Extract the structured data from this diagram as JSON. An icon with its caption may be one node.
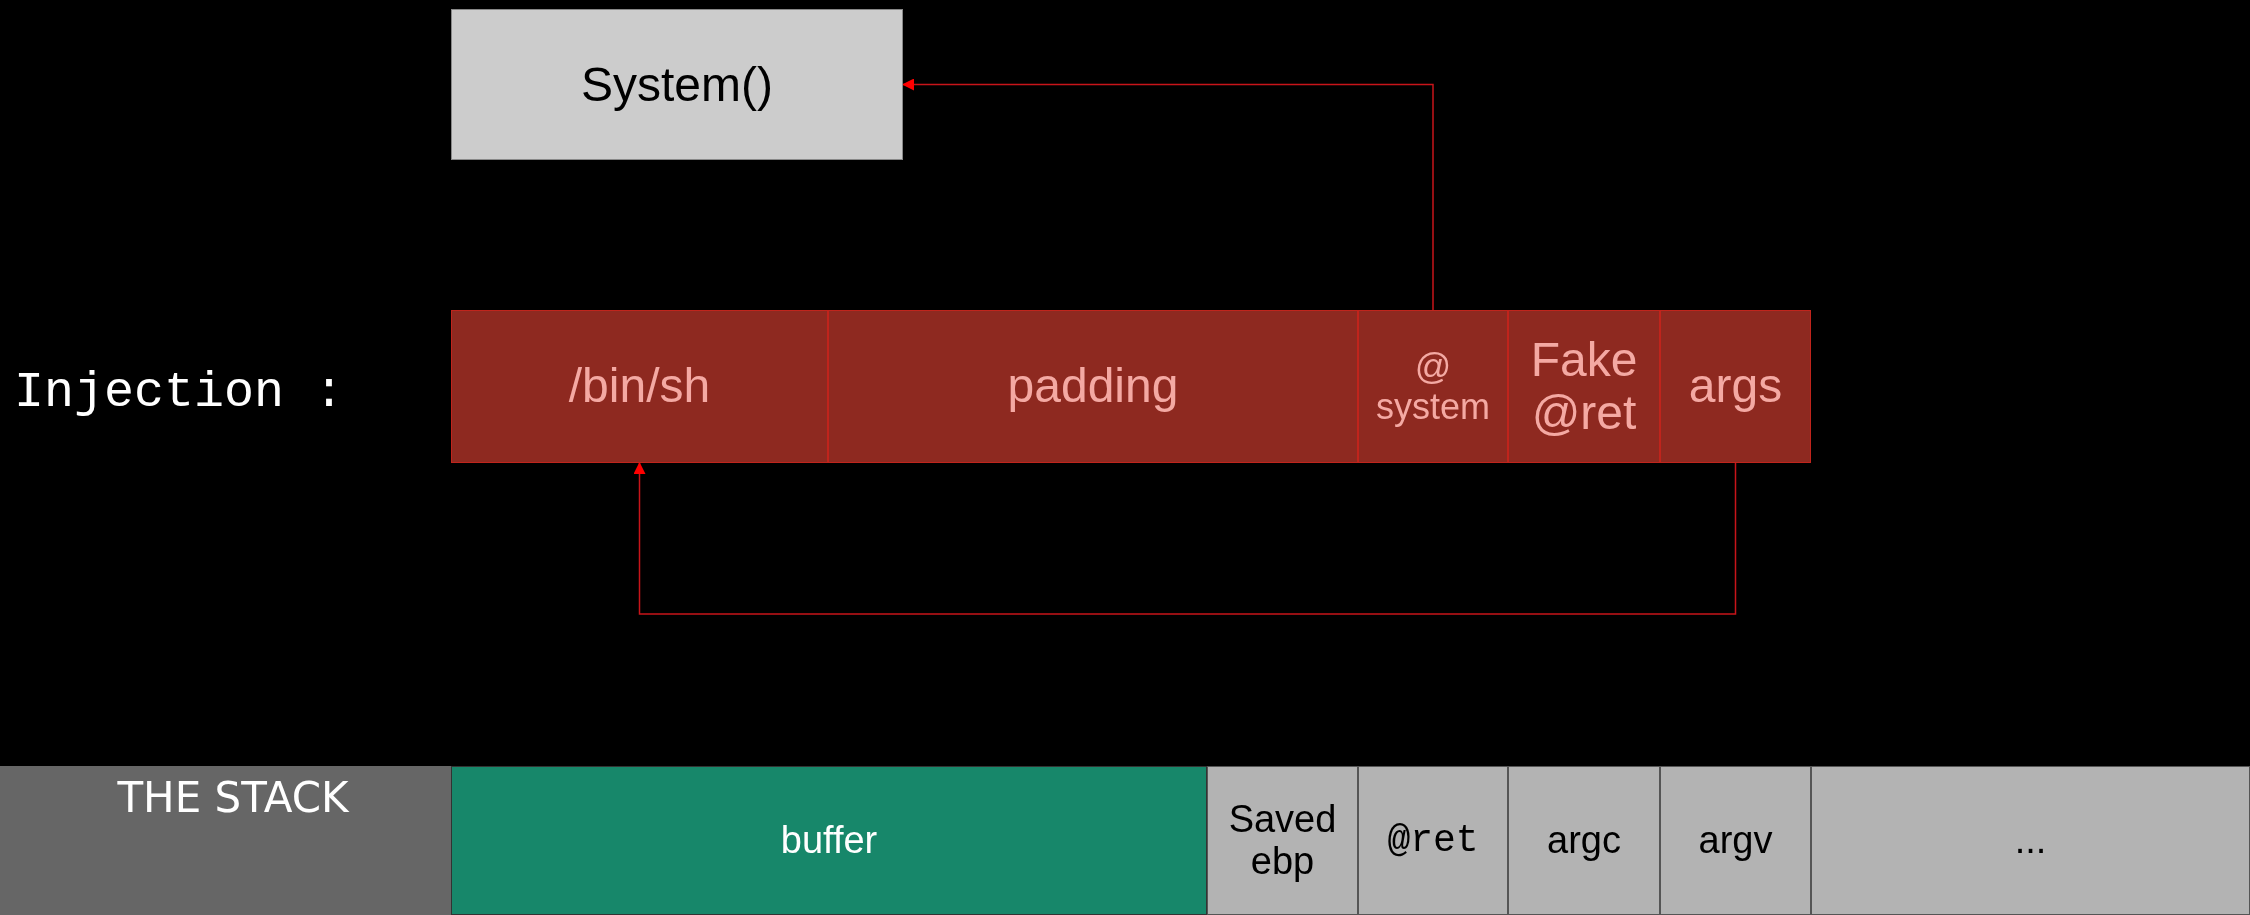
{
  "diagram": {
    "nodes": [
      {
        "text": [
          "System()"
        ]
      },
      {
        "text": [
          "/bin/sh"
        ]
      },
      {
        "text": [
          "padding"
        ]
      },
      {
        "text": [
          "@ system"
        ]
      },
      {
        "text": [
          "Fake @ret"
        ]
      },
      {
        "text": [
          "args"
        ]
      },
      {
        "text": [
          "THE STACK"
        ]
      },
      {
        "text": [
          "buffer"
        ]
      },
      {
        "text": [
          "Saved ebp"
        ]
      },
      {
        "text": [
          "@ret"
        ]
      },
      {
        "text": [
          "argc"
        ]
      },
      {
        "text": [
          "argv"
        ]
      },
      {
        "text": [
          "..."
        ]
      }
    ],
    "edges": [
      {
        "from": 3,
        "to": 0,
        "arrow": "to"
      },
      {
        "from": 5,
        "to": 1,
        "arrow": "to"
      }
    ],
    "labels": [
      "Injection :"
    ]
  }
}
